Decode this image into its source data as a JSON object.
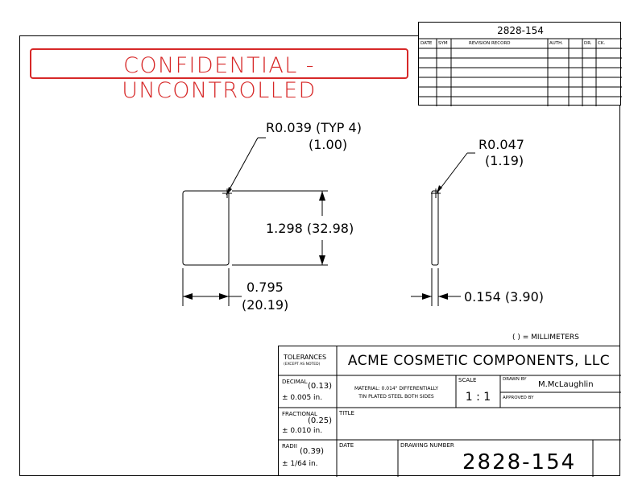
{
  "confidential_banner": "CONFIDENTIAL - UNCONTROLLED",
  "revision_block": {
    "drawing_number": "2828-154",
    "headers": [
      "DATE",
      "SYM",
      "REVISION RECORD",
      "AUTH.",
      "DR.",
      "CK."
    ]
  },
  "dimensions": {
    "corner_radius": "R0.039 (TYP 4)",
    "corner_radius_mm": "(1.00)",
    "edge_radius": "R0.047",
    "edge_radius_mm": "(1.19)",
    "height": "1.298 (32.98)",
    "width": "0.795",
    "width_mm": "(20.19)",
    "thickness": "0.154 (3.90)"
  },
  "units_note": "( ) = MILLIMETERS",
  "title_block": {
    "company": "ACME COSMETIC COMPONENTS, LLC",
    "tolerances_label": "TOLERANCES",
    "tolerances_sub": "(EXCEPT AS NOTED)",
    "decimal_label": "DECIMAL",
    "decimal_mm": "(0.13)",
    "decimal_in": "± 0.005 in.",
    "fractional_label": "FRACTIONAL",
    "fractional_mm": "(0.25)",
    "fractional_in": "± 0.010 in.",
    "radii_label": "RADII",
    "radii_mm": "(0.39)",
    "radii_in": "± 1/64 in.",
    "material_line1": "MATERIAL: 0.014\" DIFFERENTIALLY",
    "material_line2": "TIN PLATED STEEL BOTH SIDES",
    "scale_label": "SCALE",
    "scale_value": "1 : 1",
    "drawn_by_label": "DRAWN BY",
    "drawn_by_value": "M.McLaughlin",
    "approved_by_label": "APPROVED BY",
    "title_label": "TITLE",
    "date_label": "DATE",
    "drawing_number_label": "DRAWING NUMBER",
    "drawing_number": "2828-154"
  }
}
